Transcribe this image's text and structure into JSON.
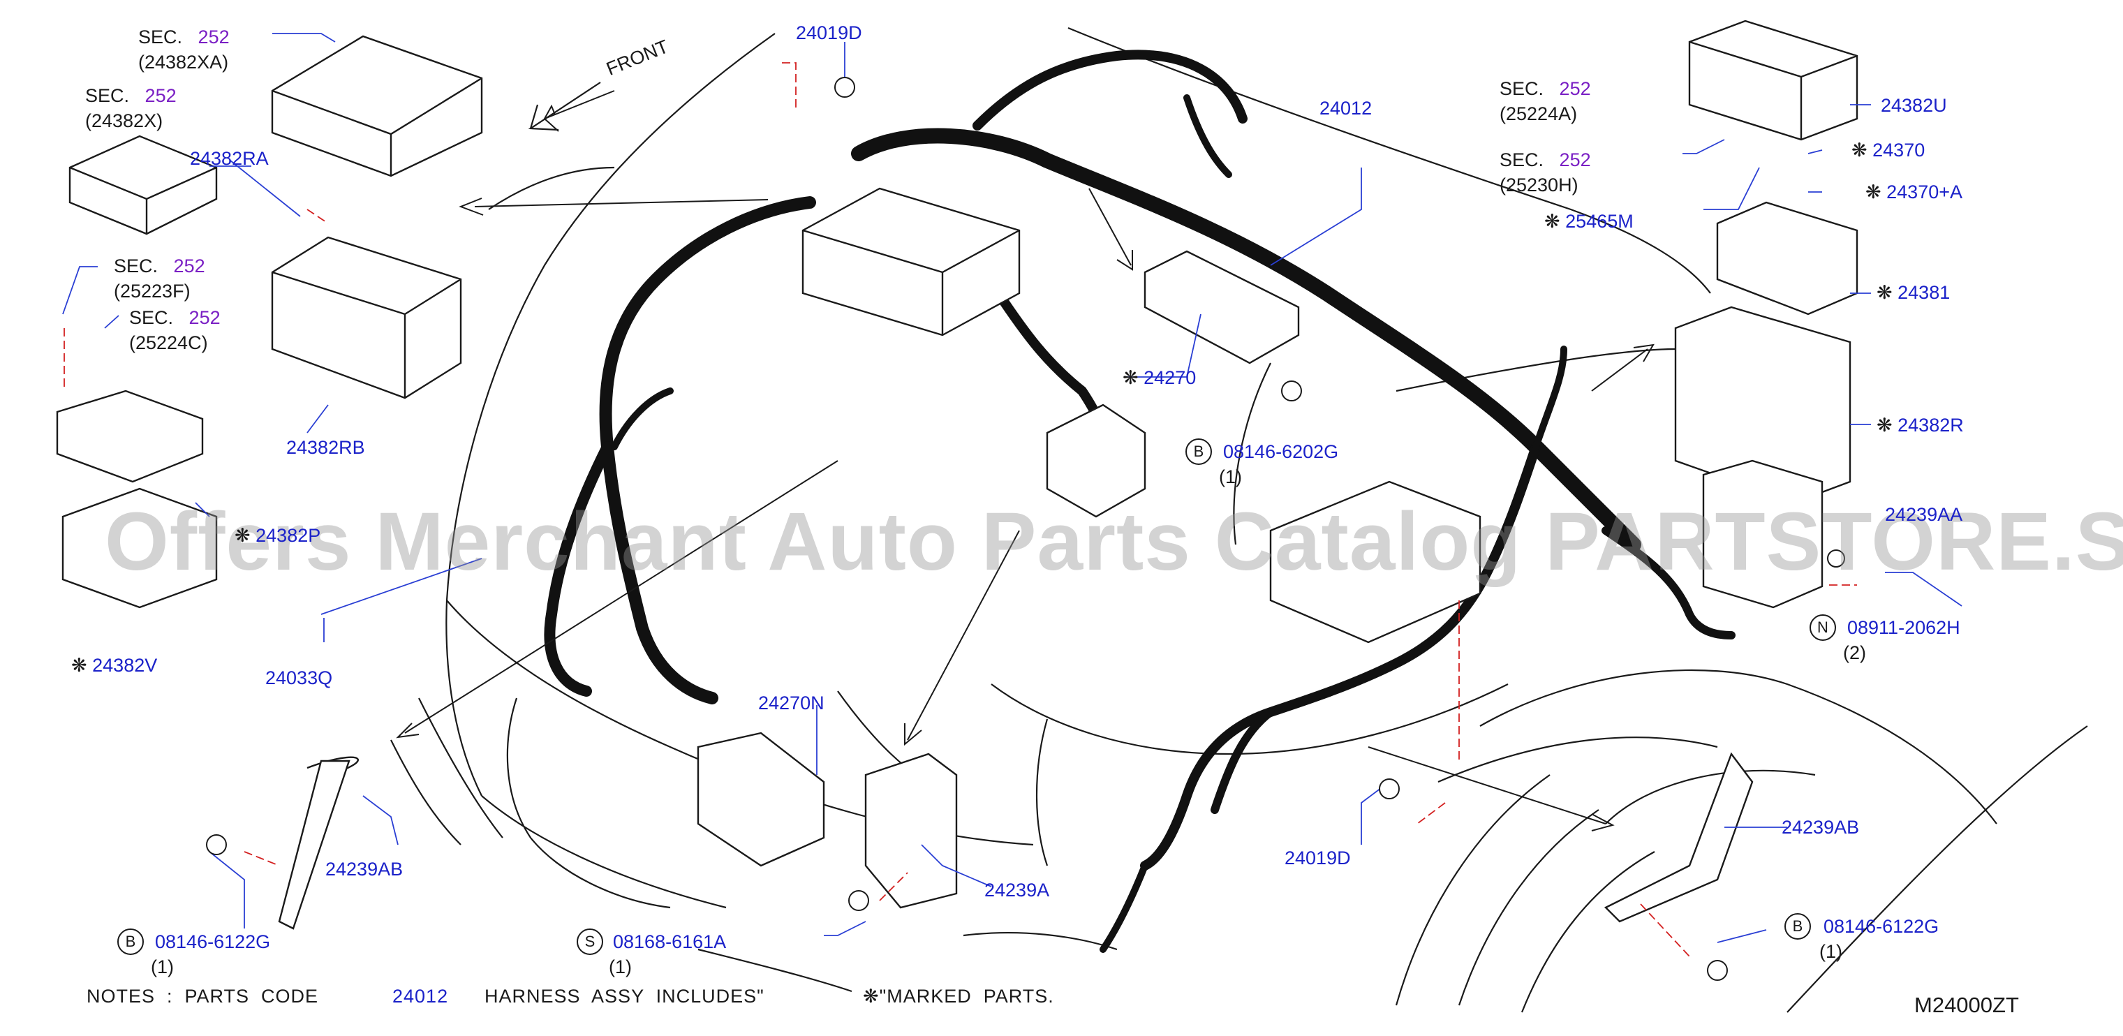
{
  "diagram": {
    "code": "M24000ZT",
    "front_label": "FRONT",
    "watermark": "Offers Merchant Auto Parts Catalog PARTSTORE.SA",
    "mark_symbol": "❋",
    "labels": {
      "sec1": "SEC.",
      "sec1_num": "252",
      "sec1_code": "(24382XA)",
      "sec2": "SEC.",
      "sec2_num": "252",
      "sec2_code": "(24382X)",
      "sec3": "SEC.",
      "sec3_num": "252",
      "sec3_code": "(25223F)",
      "sec4": "SEC.",
      "sec4_num": "252",
      "sec4_code": "(25224C)",
      "sec5": "SEC.",
      "sec5_num": "252",
      "sec5_code": "(25224A)",
      "sec6": "SEC.",
      "sec6_num": "252",
      "sec6_code": "(25230H)",
      "p24382RA": "24382RA",
      "p24382RB": "24382RB",
      "p24382P": "24382P",
      "p24382V": "24382V",
      "p24033Q": "24033Q",
      "p24019D_top": "24019D",
      "p24019D_bot": "24019D",
      "p24012": "24012",
      "p24270": "24270",
      "p24270N": "24270N",
      "p24239AB_left": "24239AB",
      "p24239AB_right": "24239AB",
      "p24239A": "24239A",
      "p24382U": "24382U",
      "p24370": "24370",
      "p24370A": "24370+A",
      "p25465M": "25465M",
      "p24381": "24381",
      "p24382R": "24382R",
      "p24239AA": "24239AA",
      "b1_letter": "B",
      "b1_code": "08146-6202G",
      "b1_qty": "(1)",
      "b2_letter": "B",
      "b2_code": "08146-6122G",
      "b2_qty": "(1)",
      "b3_letter": "B",
      "b3_code": "08146-6122G",
      "b3_qty": "(1)",
      "s1_letter": "S",
      "s1_code": "08168-6161A",
      "s1_qty": "(1)",
      "n1_letter": "N",
      "n1_code": "08911-2062H",
      "n1_qty": "(2)"
    },
    "notes": {
      "prefix": "NOTES  :  PARTS  CODE",
      "code": "24012",
      "middle": "HARNESS  ASSY  INCLUDES\"",
      "suffix": "\"MARKED  PARTS."
    }
  }
}
